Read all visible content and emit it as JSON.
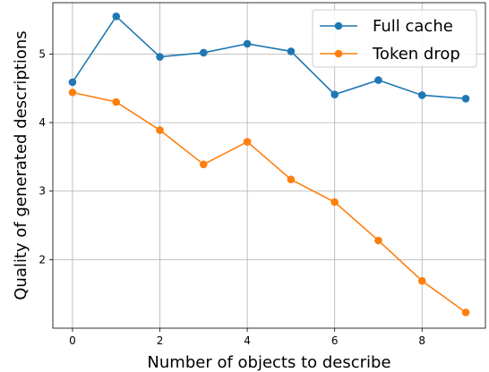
{
  "chart_data": {
    "type": "line",
    "xlabel": "Number of objects to describe",
    "ylabel": "Quality of generated descriptions",
    "xlim": [
      -0.45,
      9.45
    ],
    "ylim": [
      1.0,
      5.75
    ],
    "xticks": [
      0,
      2,
      4,
      6,
      8
    ],
    "yticks": [
      2,
      3,
      4,
      5
    ],
    "x_tick_labels": [
      "0",
      "2",
      "4",
      "6",
      "8"
    ],
    "y_tick_labels": [
      "2",
      "3",
      "4",
      "5"
    ],
    "grid": true,
    "legend_position": "top-right",
    "x": [
      0,
      1,
      2,
      3,
      4,
      5,
      6,
      7,
      8,
      9
    ],
    "series": [
      {
        "name": "Full cache",
        "color": "#1f77b4",
        "values": [
          4.59,
          5.55,
          4.96,
          5.02,
          5.15,
          5.04,
          4.41,
          4.62,
          4.4,
          4.35
        ]
      },
      {
        "name": "Token drop",
        "color": "#ff7f0e",
        "values": [
          4.44,
          4.3,
          3.89,
          3.39,
          3.72,
          3.17,
          2.84,
          2.28,
          1.69,
          1.23
        ]
      }
    ]
  }
}
